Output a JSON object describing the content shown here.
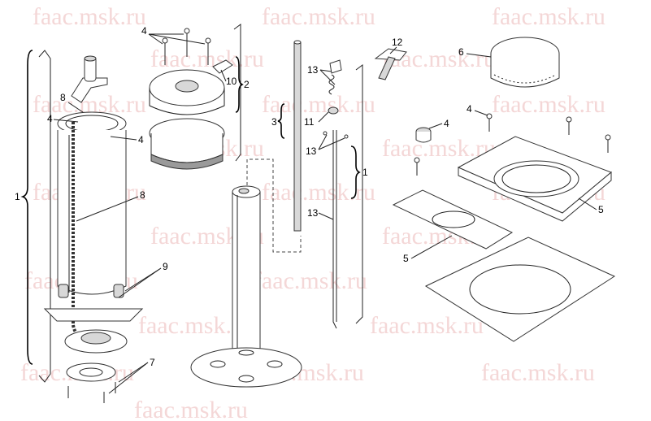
{
  "watermark": {
    "text": "faac.msk.ru",
    "color": "#f4d7d7"
  },
  "callouts": {
    "c1_left": "1",
    "c1_right": "1",
    "c2": "2",
    "c3": "3",
    "c4_a": "4",
    "c4_b": "4",
    "c4_c": "4",
    "c4_d": "4",
    "c4_e": "4",
    "c5_a": "5",
    "c5_b": "5",
    "c6": "6",
    "c7": "7",
    "c8_a": "8",
    "c8_b": "8",
    "c9": "9",
    "c10": "10",
    "c11": "11",
    "c12": "12",
    "c13_a": "13",
    "c13_b": "13",
    "c13_c": "13"
  }
}
